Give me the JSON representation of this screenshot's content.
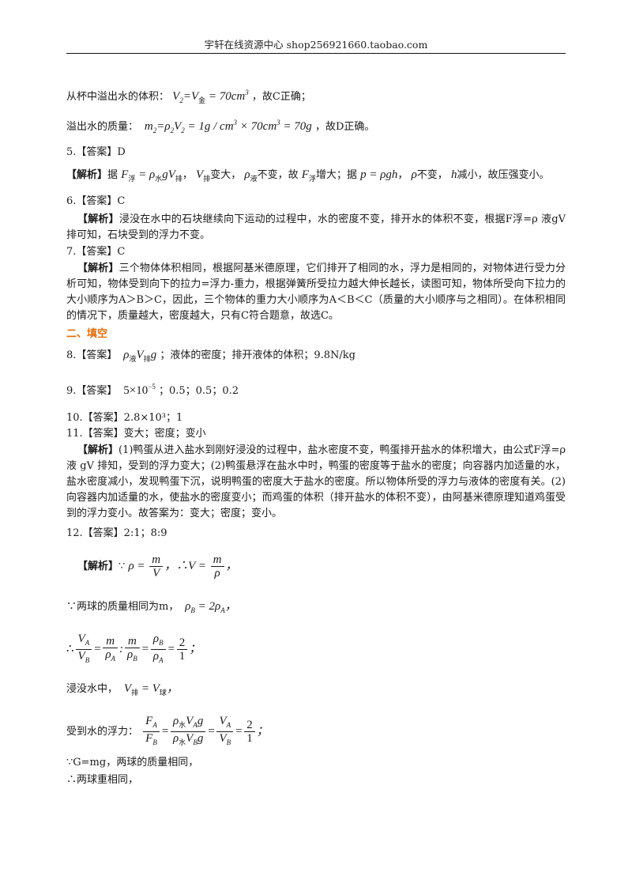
{
  "header": "宇轩在线资源中心   shop256921660.taobao.com",
  "l1": {
    "text": "从杯中溢出水的体积：",
    "formula": "V₂=V金 = 70cm³",
    "after": "，故C正确；"
  },
  "l2": {
    "text": "溢出水的质量：",
    "formula": "m₂=ρ₂V₂ = 1g/cm³×70cm³ = 70g",
    "after": "，故D正确。"
  },
  "q5": {
    "answer": "5.【答案】D",
    "label": "【解析】",
    "p1": "据",
    "f1": "F浮 = ρ水gV排",
    "p2": "，",
    "f2": "V排",
    "p3": "变大，",
    "f3": "ρ液",
    "p4": "不变，故",
    "f4": "F浮",
    "p5": "增大；据",
    "f5": "p = ρgh",
    "p6": "，",
    "f6": "ρ",
    "p7": "不变，",
    "f7": "h",
    "p8": "减小，故压强变小。"
  },
  "q6": {
    "answer": "6.【答案】C",
    "label": "【解析】",
    "text": "浸没在水中的石块继续向下运动的过程中，水的密度不变，排开水的体积不变，根据F浮=ρ 液gV排可知，石块受到的浮力不变。"
  },
  "q7": {
    "answer": "7.【答案】C",
    "label": "【解析】",
    "text": "三个物体体积相同，根据阿基米德原理，它们排开了相同的水，浮力是相同的，对物体进行受力分析可知，物体受到向下的拉力=浮力-重力，根据弹簧所受拉力越大伸长越长，读图可知，物体所受向下拉力的大小顺序为A＞B＞C，因此，三个物体的重力大小顺序为A＜B＜C（质量的大小顺序与之相同）。在体积相同的情况下，质量越大，密度越大，只有C符合题意，故选C。"
  },
  "section2": "二、填空",
  "q8": {
    "answer": "8.【答案】",
    "formula": "ρ液V排g",
    "rest": "；液体的密度；排开液体的体积；9.8N/kg"
  },
  "q9": {
    "answer": "9.【答案】",
    "formula": "5×10⁻⁵",
    "rest": "；0.5；0.5；0.2"
  },
  "q10": {
    "text": "10.【答案】2.8×10³；1"
  },
  "q11": {
    "answer": "11.【答案】变大；密度；变小",
    "label": "【解析】",
    "text": "(1)鸭蛋从进入盐水到刚好浸没的过程中，盐水密度不变，鸭蛋排开盐水的体积增大，由公式F浮=ρ 液 gV 排知，受到的浮力变大；(2)鸭蛋悬浮在盐水中时，鸭蛋的密度等于盐水的密度；向容器内加适量的水，盐水密度减小，发现鸭蛋下沉，说明鸭蛋的密度大于盐水的密度。所以物体所受的浮力与液体的密度有关。(2)向容器内加适量的水，使盐水的密度变小；而鸡蛋的体积（排开盐水的体积不变），由阿基米德原理知道鸡蛋受到的浮力变小。故答案为：变大；密度；变小。"
  },
  "q12": {
    "answer": "12.【答案】2:1；8:9",
    "label": "【解析】",
    "because": "∵",
    "therefore": "∴",
    "f_rho": "ρ =",
    "f_m": "m",
    "f_V": "V",
    "f_Veq": "V =",
    "f_rho2": "ρ",
    "s1": "∵两球的质量相同为m，",
    "f_rhoB": "ρB = 2ρA",
    "f_VA": "VA",
    "f_VB": "VB",
    "f_mA": "m",
    "f_rA": "ρA",
    "f_rB": "ρB",
    "f_rBn": "ρB",
    "f_rAd": "ρA",
    "f_2": "2",
    "f_1": "1",
    "s2": "浸没水中，",
    "f_Vpai": "V排 = V球",
    "s3": "受到水的浮力：",
    "f_FA": "FA",
    "f_FB": "FB",
    "f_rwVAg": "ρ水VAg",
    "f_rwVBg": "ρ水VBg",
    "s4": "∵G=mg，两球的质量相同，",
    "s5": "∴两球重相同，"
  }
}
